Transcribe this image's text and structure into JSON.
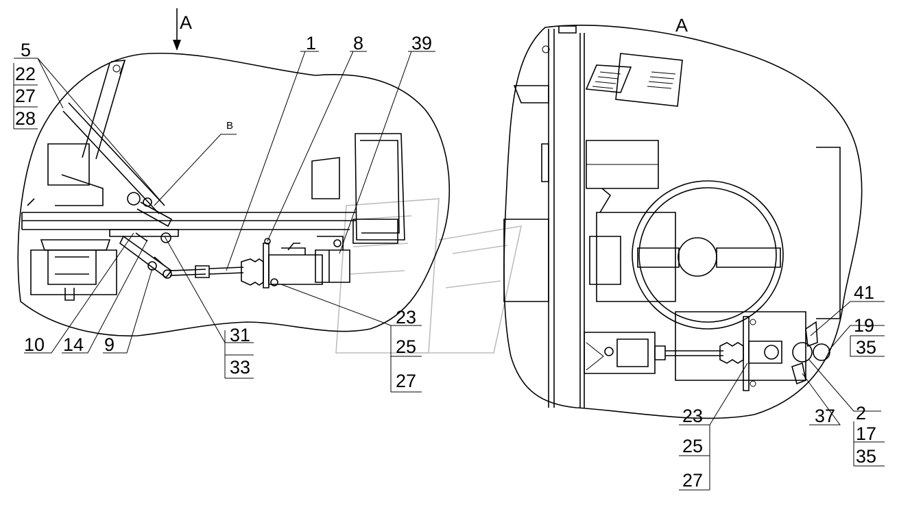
{
  "left_view": {
    "arrow_label": "A",
    "detail_label": "B",
    "callouts": {
      "c5": "5",
      "c22": "22",
      "c27a": "27",
      "c28": "28",
      "c1": "1",
      "c8": "8",
      "c39": "39",
      "c10": "10",
      "c14": "14",
      "c9": "9",
      "c31": "31",
      "c33": "33",
      "c23": "23",
      "c25": "25",
      "c27b": "27"
    }
  },
  "right_view": {
    "view_label": "A",
    "callouts": {
      "c41": "41",
      "c19": "19",
      "c35a": "35",
      "c37": "37",
      "c2": "2",
      "c17": "17",
      "c35b": "35",
      "c23": "23",
      "c25": "25",
      "c27": "27"
    }
  }
}
